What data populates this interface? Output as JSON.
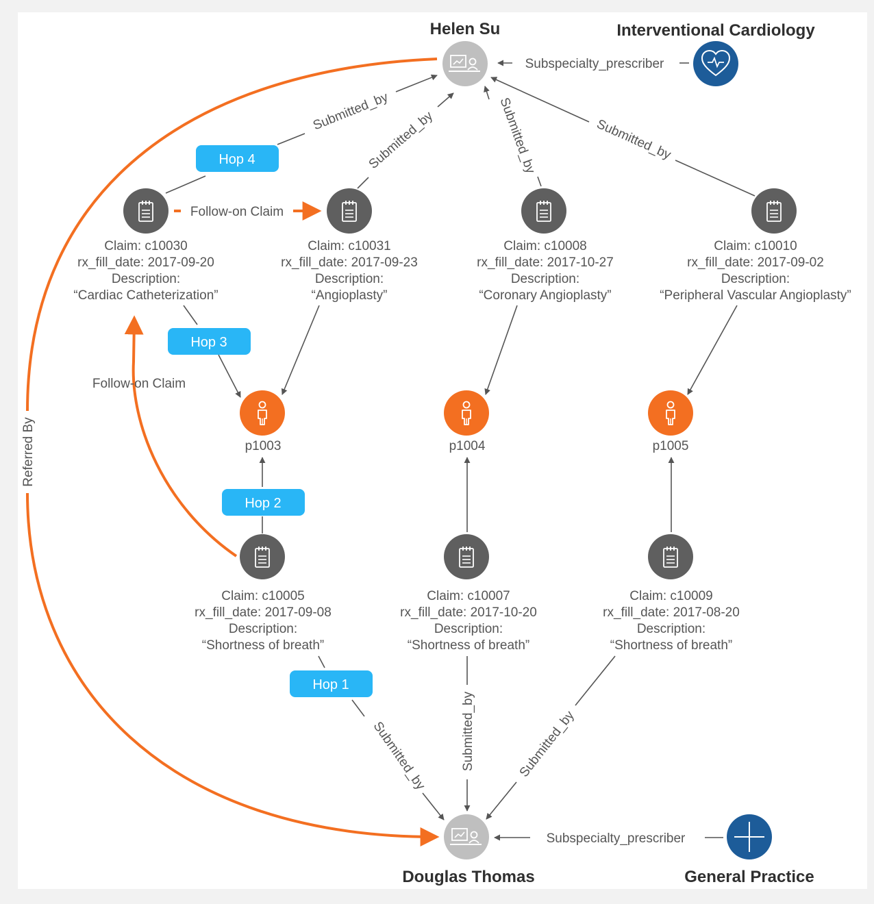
{
  "colors": {
    "person_node": "#f36f21",
    "claim_node": "#5f5f5f",
    "prescriber_node": "#bfbfbf",
    "specialty_node": "#1d5c99",
    "hop_badge": "#29b6f6",
    "highlight_edge": "#f36f21",
    "edge": "#555555"
  },
  "prescribers": {
    "top": {
      "name": "Helen Su",
      "icon": "presentation-person-icon"
    },
    "bottom": {
      "name": "Douglas Thomas",
      "icon": "presentation-person-icon"
    }
  },
  "specialties": {
    "top": {
      "name": "Interventional Cardiology",
      "icon": "heart-pulse-icon",
      "edge_label": "Subspecialty_prescriber"
    },
    "bottom": {
      "name": "General Practice",
      "icon": "plus-icon",
      "edge_label": "Subspecialty_prescriber"
    }
  },
  "claims": [
    {
      "id": "c10030",
      "line1": "Claim: c10030",
      "line2": "rx_fill_date: 2017-09-20",
      "line3": "Description:",
      "line4": "“Cardiac Catheterization”",
      "edge_label": "Submitted_by"
    },
    {
      "id": "c10031",
      "line1": "Claim: c10031",
      "line2": "rx_fill_date: 2017-09-23",
      "line3": "Description:",
      "line4": "“Angioplasty”",
      "edge_label": "Submitted_by"
    },
    {
      "id": "c10008",
      "line1": "Claim: c10008",
      "line2": "rx_fill_date: 2017-10-27",
      "line3": "Description:",
      "line4": "“Coronary Angioplasty”",
      "edge_label": "Submitted_by"
    },
    {
      "id": "c10010",
      "line1": "Claim: c10010",
      "line2": "rx_fill_date: 2017-09-02",
      "line3": "Description:",
      "line4": "“Peripheral Vascular Angioplasty”",
      "edge_label": "Submitted_by"
    },
    {
      "id": "c10005",
      "line1": "Claim: c10005",
      "line2": "rx_fill_date: 2017-09-08",
      "line3": "Description:",
      "line4": "“Shortness of breath”",
      "edge_label": "Submitted_by"
    },
    {
      "id": "c10007",
      "line1": "Claim: c10007",
      "line2": "rx_fill_date: 2017-10-20",
      "line3": "Description:",
      "line4": "“Shortness of breath”",
      "edge_label": "Submitted_by"
    },
    {
      "id": "c10009",
      "line1": "Claim: c10009",
      "line2": "rx_fill_date: 2017-08-20",
      "line3": "Description:",
      "line4": "“Shortness of breath”",
      "edge_label": "Submitted_by"
    }
  ],
  "patients": [
    {
      "id": "p1003",
      "icon": "person-icon"
    },
    {
      "id": "p1004",
      "icon": "person-icon"
    },
    {
      "id": "p1005",
      "icon": "person-icon"
    }
  ],
  "hops": [
    "Hop 1",
    "Hop 2",
    "Hop 3",
    "Hop 4"
  ],
  "edges": {
    "follow_on_claim_top": "Follow-on Claim",
    "follow_on_claim_left": "Follow-on Claim",
    "referred_by": "Referred By"
  }
}
